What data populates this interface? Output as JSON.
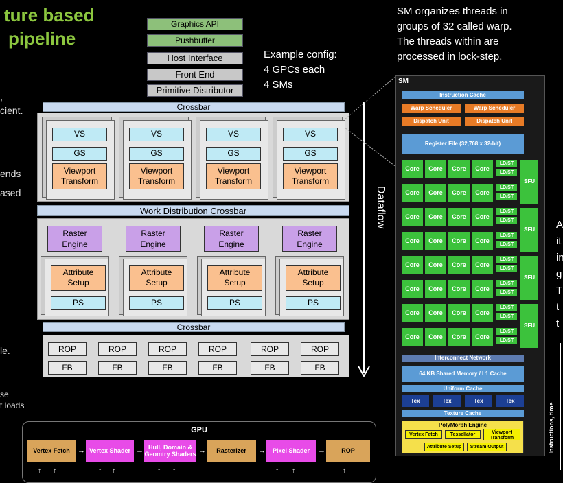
{
  "title": {
    "line1": "ture based",
    "line2": "pipeline"
  },
  "left_fragments": [
    ",",
    "cient.",
    "ends",
    "ased",
    "le.",
    "se",
    "t loads"
  ],
  "stack": [
    "Graphics API",
    "Pushbuffer",
    "Host Interface",
    "Front End",
    "Primitive Distributor"
  ],
  "config_text": [
    "Example config:",
    "4 GPCs each",
    "4 SMs"
  ],
  "crossbar_top": "Crossbar",
  "gpc_top": {
    "vs": "VS",
    "gs": "GS",
    "viewport_line1": "Viewport",
    "viewport_line2": "Transform"
  },
  "work_crossbar": "Work Distribution Crossbar",
  "gpc_bottom": {
    "raster_line1": "Raster",
    "raster_line2": "Engine",
    "attr_line1": "Attribute",
    "attr_line2": "Setup",
    "ps": "PS"
  },
  "crossbar_bottom": "Crossbar",
  "rop_label": "ROP",
  "fb_label": "FB",
  "dataflow_label": "Dataflow",
  "sm_caption": [
    "SM organizes threads in",
    "groups of 32 called warp.",
    "The threads within are",
    "processed in lock-step."
  ],
  "sm": {
    "label": "SM",
    "instruction_cache": "Instruction Cache",
    "warp_scheduler": "Warp Scheduler",
    "dispatch_unit": "Dispatch Unit",
    "register_file": "Register File (32,768 x 32-bit)",
    "core": "Core",
    "ldst": "LD/ST",
    "sfu": "SFU",
    "interconnect": "Interconnect Network",
    "shared_memory": "64 KB Shared Memory / L1 Cache",
    "uniform_cache": "Uniform Cache",
    "tex": "Tex",
    "texture_cache": "Texture Cache",
    "polymorph": "PolyMorph Engine",
    "vertex_fetch": "Vertex Fetch",
    "tessellator": "Tessellator",
    "viewport_line1": "Viewport",
    "viewport_line2": "Transform",
    "attribute_setup": "Attribute Setup",
    "stream_output": "Stream Output"
  },
  "right_fragments": [
    "A",
    "it",
    "in",
    "g",
    "T",
    "t",
    "t"
  ],
  "instructions_time": "Instructions, time",
  "gpu_pipeline": {
    "label": "GPU",
    "vertex_fetch": "Vertex Fetch",
    "vertex_shader": "Vertex Shader",
    "hull_line1": "Hull, Domain &",
    "hull_line2": "Geomtry Shaders",
    "rasterizer": "Rasterizer",
    "pixel_shader": "Pixel Shader",
    "rop": "ROP"
  },
  "colors": {
    "title": "#8cc63f",
    "core": "#3cc23c",
    "tex": "#1c3f94",
    "shader": "#e84be8",
    "fixed": "#d9a45a"
  }
}
